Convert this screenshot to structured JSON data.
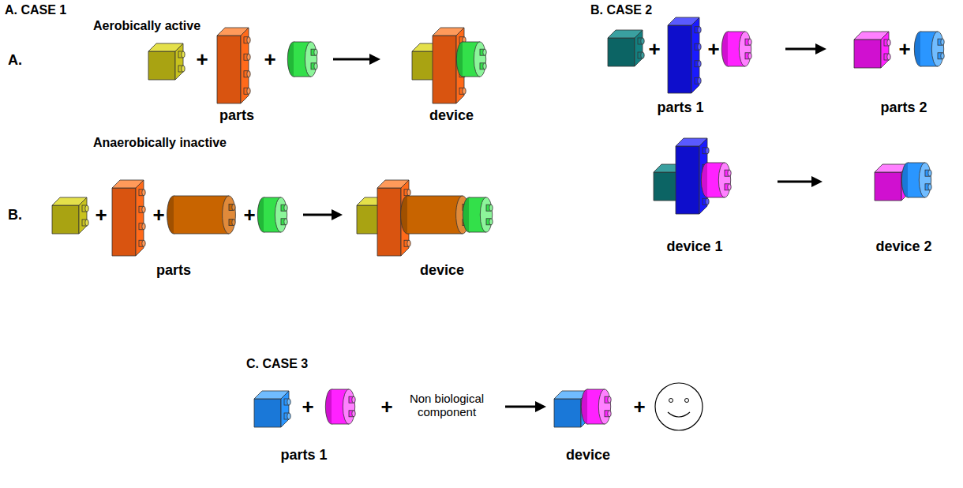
{
  "diagram": {
    "labels": [
      "A. CASE 1",
      "Aerobically active",
      "A.",
      "+",
      "+",
      "parts",
      "device",
      "Anaerobically inactive",
      "B.",
      "+",
      "+",
      "+",
      "parts",
      "device",
      "B. CASE 2",
      "+",
      "+",
      "+",
      "parts 1",
      "parts 2",
      "device 1",
      "device 2",
      "C. CASE 3",
      "+",
      "+",
      "Non biological component",
      "+",
      "parts 1",
      "device"
    ]
  }
}
